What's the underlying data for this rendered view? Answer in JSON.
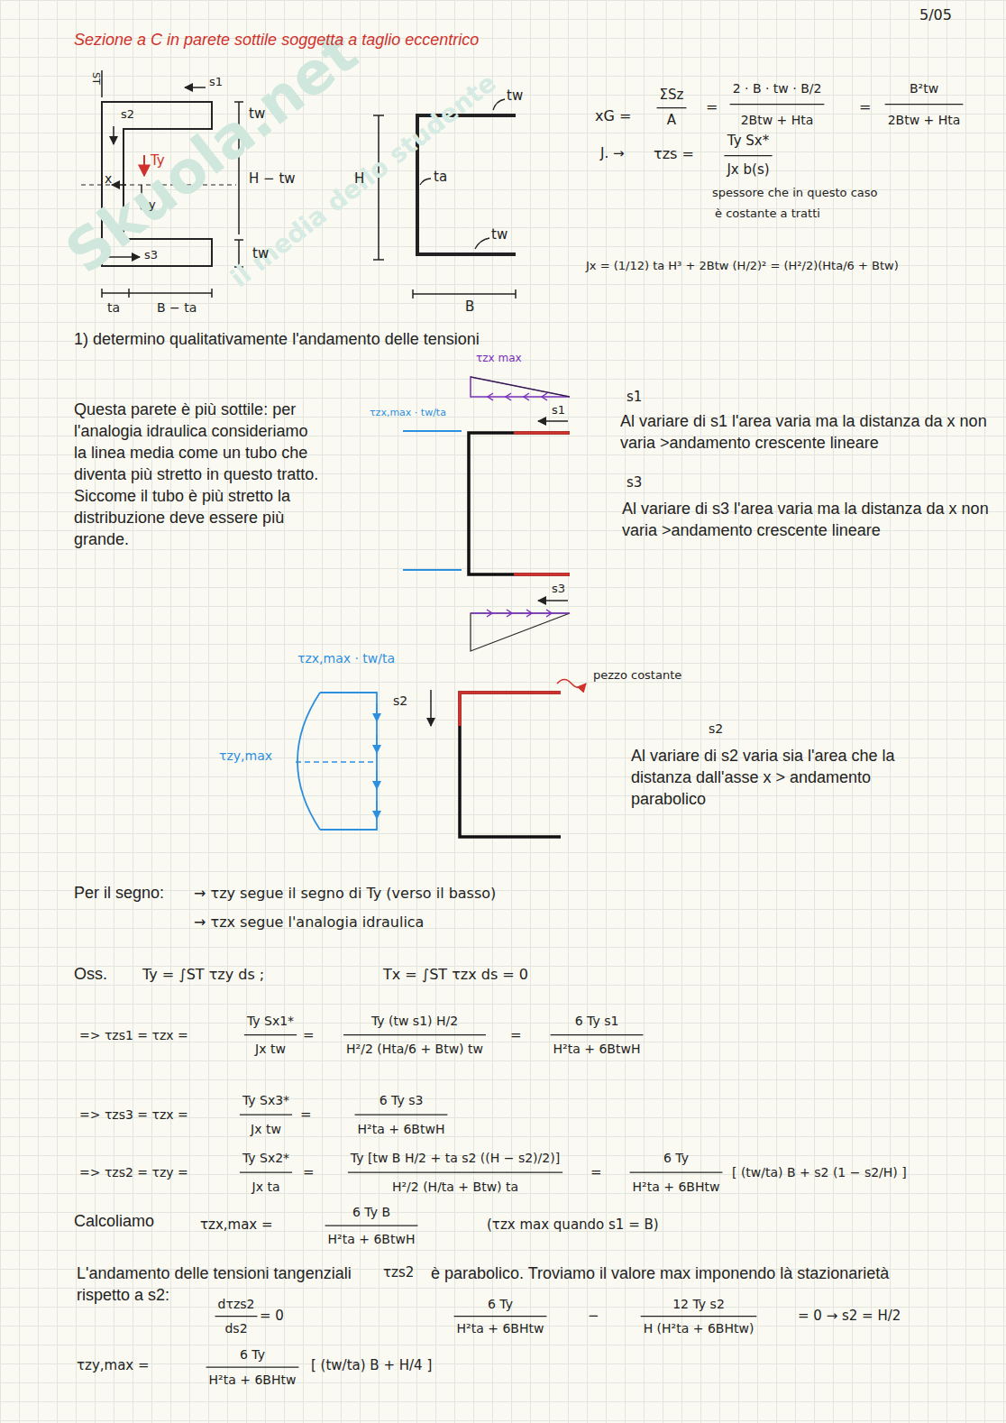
{
  "diagram": {
    "title": "Sezione a C in parete sottile soggetta a taglio eccentrico",
    "labels": [
      "5/05",
      "ST",
      "s1",
      "s2",
      "Ty",
      "x",
      "y",
      "s3",
      "tw",
      "H − tw",
      "H",
      "tw",
      "ta",
      "B − ta",
      "tw",
      "ta",
      "tw",
      "B",
      "xG =",
      "ΣSz",
      "A",
      "=",
      "2 · B · tw · B/2",
      "2Btw + Hta",
      "=",
      "B²tw",
      "2Btw + Hta",
      "J. →",
      "τzs =",
      "Ty Sx*",
      "Jx b(s)",
      "spessore che in questo caso",
      "è costante a tratti",
      "Jx = (1/12) ta H³ + 2Btw (H/2)² = (H²/2)(Hta/6 + Btw)",
      "1) determino qualitativamente l'andamento delle tensioni",
      "Questa parete è più sottile: per l'analogia idraulica consideriamo la linea media come un tubo che diventa più stretto in questo tratto. Siccome il tubo è più stretto la distribuzione deve essere più grande.",
      "τzx max",
      "τzx,max · tw/ta",
      "s1",
      "s1",
      "Al variare di s1 l'area varia ma la distanza da x non varia >andamento crescente lineare",
      "s3",
      "Al variare di s3 l'area varia ma la distanza da x non varia >andamento crescente lineare",
      "s3",
      "τzx,max · tw/ta",
      "τzy,max",
      "s2",
      "pezzo costante",
      "s2",
      "Al variare di s2 varia sia l'area che la distanza dall'asse x > andamento parabolico",
      "Per il segno:",
      "→ τzy segue il segno di Ty (verso il basso)",
      "→ τzx segue l'analogia idraulica",
      "Oss.",
      "Ty = ∫ST τzy ds ;",
      "Tx = ∫ST τzx ds = 0",
      "=> τzs1 = τzx =",
      "Ty Sx1*",
      "Jx tw",
      "=",
      "Ty (tw s1) H/2",
      "H²/2 (Hta/6 + Btw) tw",
      "=",
      "6 Ty s1",
      "H²ta + 6BtwH",
      "=> τzs3 = τzx =",
      "Ty Sx3*",
      "Jx tw",
      "=",
      "6 Ty s3",
      "H²ta + 6BtwH",
      "=> τzs2 = τzy =",
      "Ty Sx2*",
      "Jx ta",
      "=",
      "Ty [tw B H/2 + ta s2 ((H − s2)/2)]",
      "H²/2 (H/ta + Btw) ta",
      "=",
      "6 Ty",
      "H²ta + 6BHtw",
      "[ (tw/ta) B + s2 (1 − s2/H) ]",
      "Calcoliamo",
      "τzx,max =",
      "6 Ty B",
      "H²ta + 6BtwH",
      "(τzx max quando s1 = B)",
      "L'andamento delle tensioni tangenziali",
      "τzs2",
      "è parabolico. Troviamo il valore max imponendo là stazionarietà",
      "rispetto a s2:",
      "dτzs2",
      "ds2",
      "= 0",
      "6 Ty",
      "H²ta + 6BHtw",
      "−",
      "12 Ty s2",
      "H (H²ta + 6BHtw)",
      "= 0 → s2 = H/2",
      "τzy,max =",
      "6 Ty",
      "H²ta + 6BHtw",
      "[ (tw/ta) B + H/4 ]",
      "Skuola.net",
      "il media dello studente"
    ]
  }
}
